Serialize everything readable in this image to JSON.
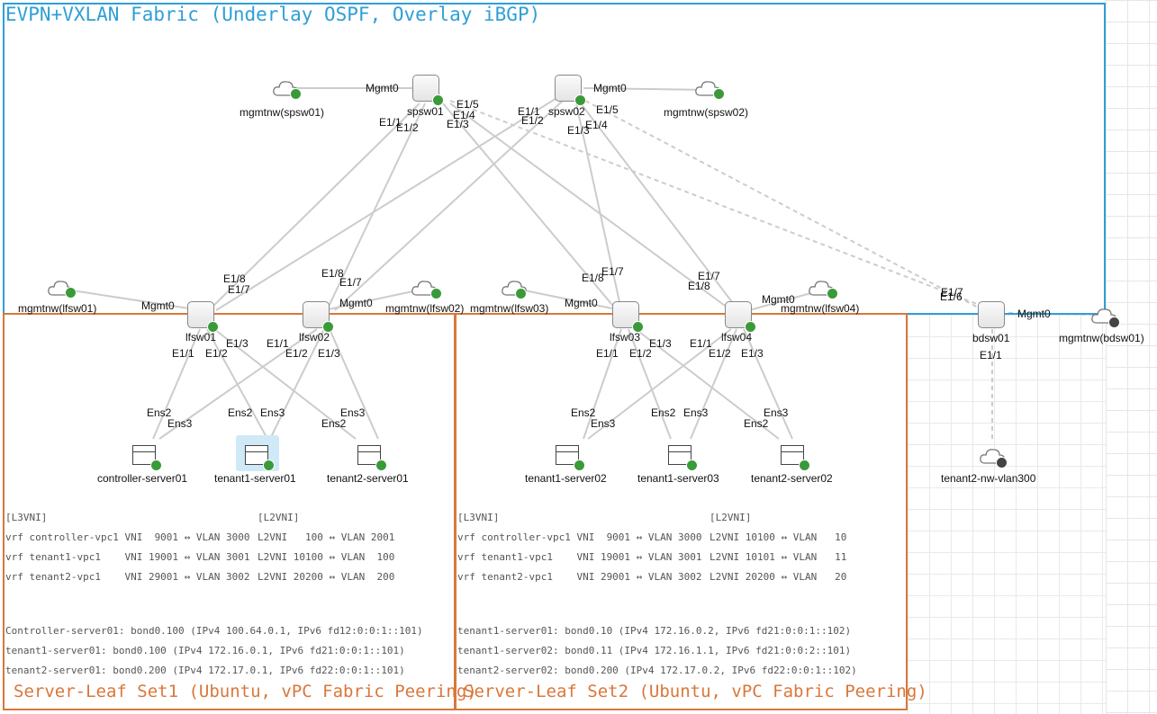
{
  "titles": {
    "fabric": "EVPN+VXLAN Fabric (Underlay OSPF, Overlay iBGP)",
    "set1": "Server-Leaf Set1 (Ubuntu, vPC Fabric Peering)",
    "set2": "Server-Leaf Set2 (Ubuntu, vPC Fabric Peering)"
  },
  "nodes": {
    "spsw01": "spsw01",
    "spsw02": "spsw02",
    "lfsw01": "lfsw01",
    "lfsw02": "lfsw02",
    "lfsw03": "lfsw03",
    "lfsw04": "lfsw04",
    "bdsw01": "bdsw01",
    "controller_server01": "controller-server01",
    "tenant1_server01": "tenant1-server01",
    "tenant2_server01": "tenant2-server01",
    "tenant1_server02": "tenant1-server02",
    "tenant1_server03": "tenant1-server03",
    "tenant2_server02": "tenant2-server02",
    "mgmt_spsw01": "mgmtnw(spsw01)",
    "mgmt_spsw02": "mgmtnw(spsw02)",
    "mgmt_lfsw01": "mgmtnw(lfsw01)",
    "mgmt_lfsw02": "mgmtnw(lfsw02)",
    "mgmt_lfsw03": "mgmtnw(lfsw03)",
    "mgmt_lfsw04": "mgmtnw(lfsw04)",
    "mgmt_bdsw01": "mgmtnw(bdsw01)",
    "tenant2_nw_vlan300": "tenant2-nw-vlan300"
  },
  "ports": {
    "mgmt0": "Mgmt0",
    "e11": "E1/1",
    "e12": "E1/2",
    "e13": "E1/3",
    "e14": "E1/4",
    "e15": "E1/5",
    "e16": "E1/6",
    "e17": "E1/7",
    "e18": "E1/8",
    "ens2": "Ens2",
    "ens3": "Ens3"
  },
  "set1_text": {
    "l3_header": "[L3VNI]",
    "l2_header": "[L2VNI]",
    "l3": [
      "vrf controller-vpc1 VNI  9001 ↔ VLAN 3000",
      "vrf tenant1-vpc1    VNI 19001 ↔ VLAN 3001",
      "vrf tenant2-vpc1    VNI 29001 ↔ VLAN 3002"
    ],
    "l2": [
      "L2VNI   100 ↔ VLAN 2001",
      "L2VNI 10100 ↔ VLAN  100",
      "L2VNI 20200 ↔ VLAN  200"
    ],
    "servers": [
      "Controller-server01: bond0.100 (IPv4 100.64.0.1, IPv6 fd12:0:0:1::101)",
      "tenant1-server01: bond0.100 (IPv4 172.16.0.1, IPv6 fd21:0:0:1::101)",
      "tenant2-server01: bond0.200 (IPv4 172.17.0.1, IPv6 fd22:0:0:1::101)"
    ]
  },
  "set2_text": {
    "l3_header": "[L3VNI]",
    "l2_header": "[L2VNI]",
    "l3": [
      "vrf controller-vpc1 VNI  9001 ↔ VLAN 3000",
      "vrf tenant1-vpc1    VNI 19001 ↔ VLAN 3001",
      "vrf tenant2-vpc1    VNI 29001 ↔ VLAN 3002"
    ],
    "l2": [
      "L2VNI 10100 ↔ VLAN   10",
      "L2VNI 10101 ↔ VLAN   11",
      "L2VNI 20200 ↔ VLAN   20"
    ],
    "servers": [
      "tenant1-server01: bond0.10 (IPv4 172.16.0.2, IPv6 fd21:0:0:1::102)",
      "tenant1-server02: bond0.11 (IPv4 172.16.1.1, IPv6 fd21:0:0:2::101)",
      "tenant2-server02: bond0.200 (IPv4 172.17.0.2, IPv6 fd22:0:0:1::102)"
    ]
  },
  "colors": {
    "fabric_border": "#2f9fd6",
    "set_border": "#d9773a",
    "status_ok": "#3a9a3a",
    "status_down": "#444444",
    "link": "#cccccc",
    "selection": "#cfe9f7"
  }
}
